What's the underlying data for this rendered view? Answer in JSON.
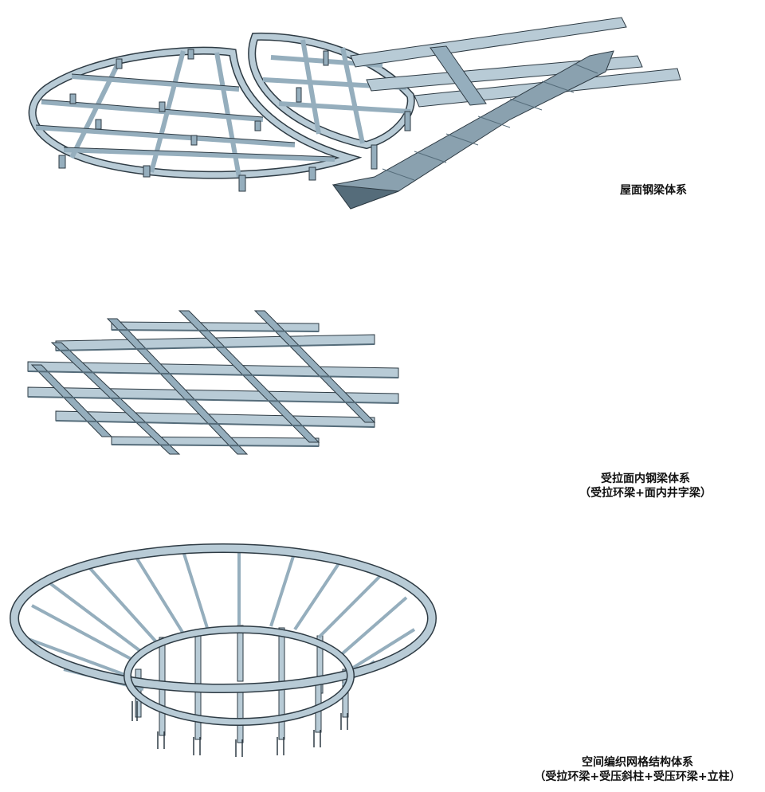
{
  "panels": [
    {
      "caption_lines": [
        "屋面钢梁体系"
      ]
    },
    {
      "caption_lines": [
        "受拉面内钢梁体系",
        "（受拉环梁+面内井字梁）"
      ]
    },
    {
      "caption_lines": [
        "空间编织网格结构体系",
        "（受拉环梁+受压斜柱+受压环梁+立柱）"
      ]
    }
  ],
  "colors": {
    "steel_light": "#b8cbd6",
    "steel_mid": "#95aebd",
    "steel_dark": "#556c7a",
    "outline": "#2e3b44"
  }
}
